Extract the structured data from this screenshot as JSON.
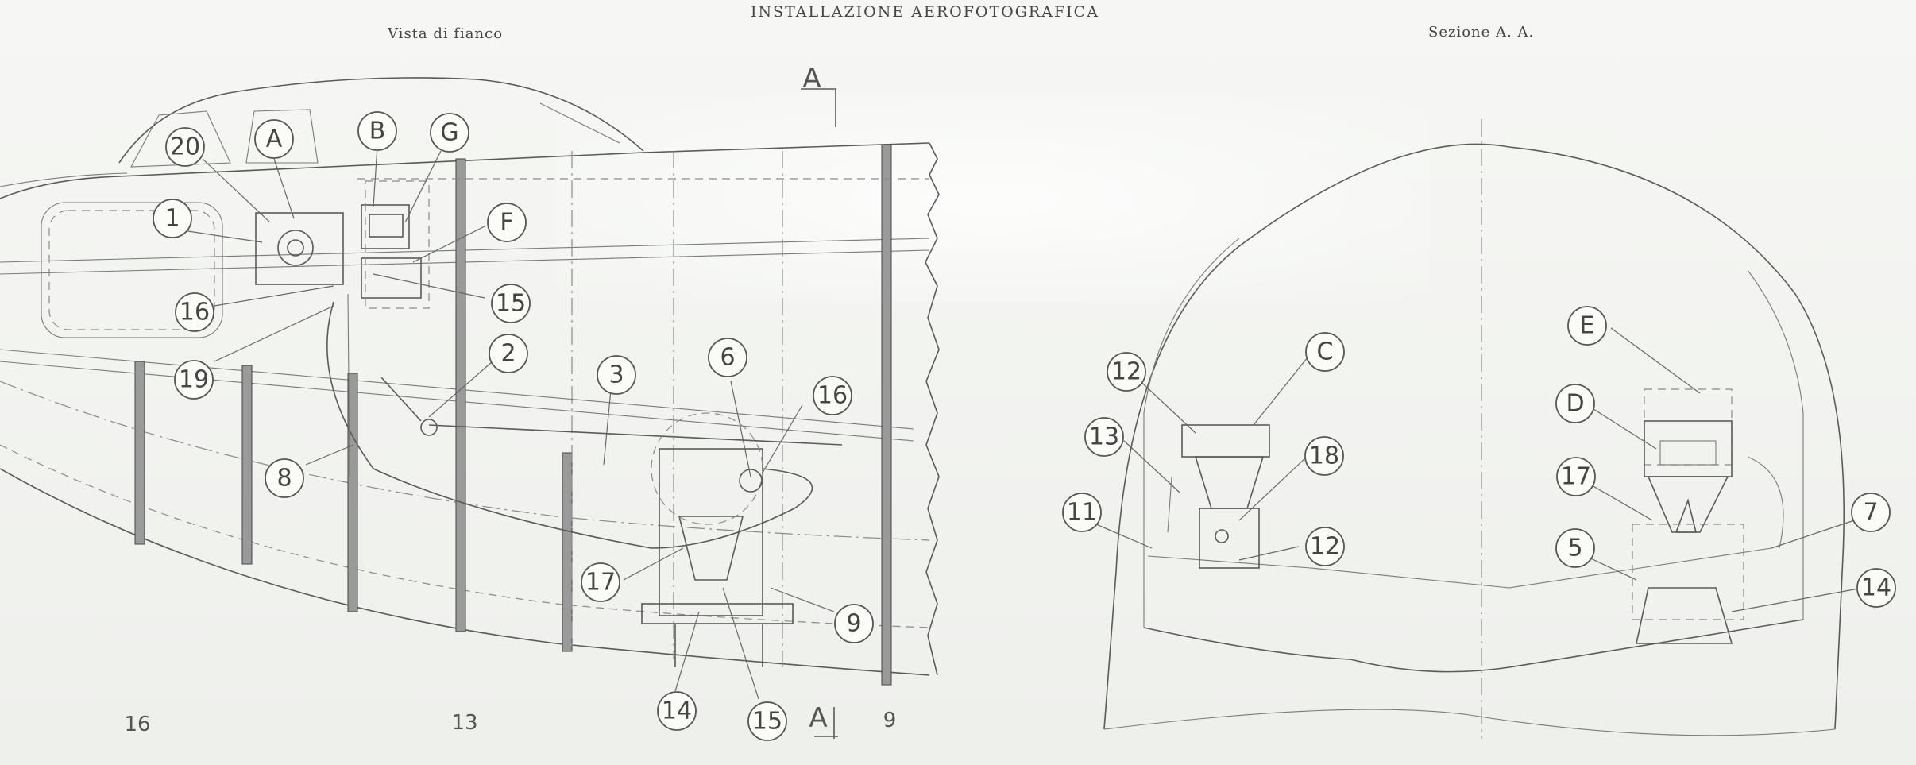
{
  "titles": {
    "main": "INSTALLAZIONE AEROFOTOGRAFICA",
    "side_view": "Vista di fianco",
    "section": "Sezione A. A."
  },
  "section_marks": {
    "top": "A",
    "bottom": "A"
  },
  "station_labels": [
    "16",
    "13",
    "9"
  ],
  "side_callouts": [
    "20",
    "A",
    "B",
    "G",
    "1",
    "F",
    "16",
    "15",
    "19",
    "2",
    "3",
    "6",
    "16",
    "8",
    "17",
    "9",
    "14",
    "15"
  ],
  "section_callouts": [
    "E",
    "C",
    "12",
    "D",
    "13",
    "18",
    "17",
    "11",
    "7",
    "12",
    "5",
    "14"
  ]
}
